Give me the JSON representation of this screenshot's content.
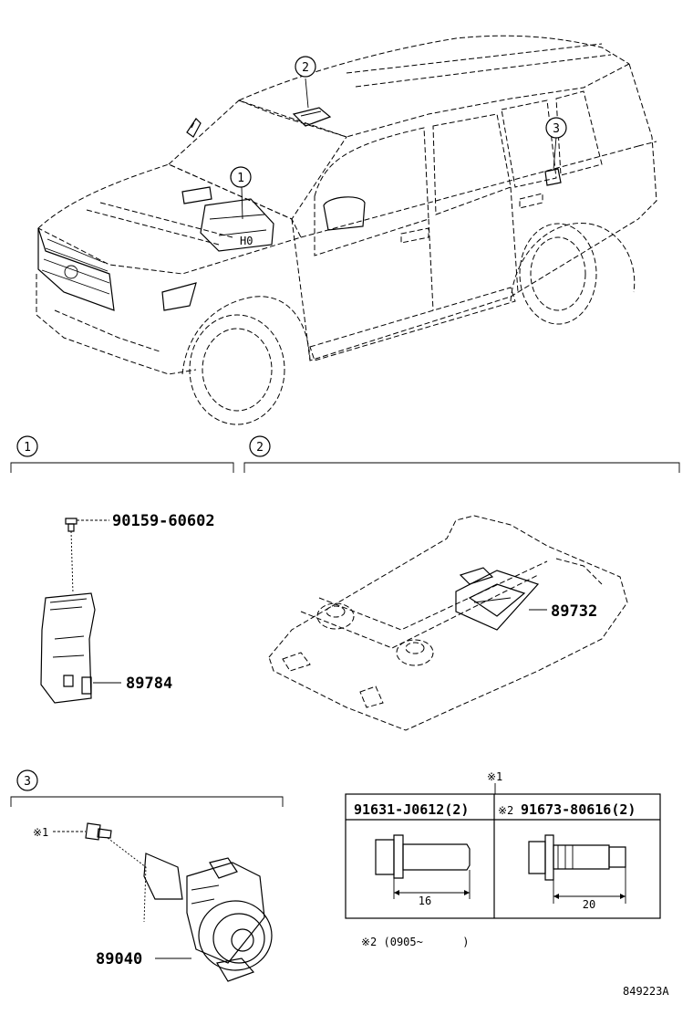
{
  "diagram": {
    "callouts": {
      "c1": "1",
      "c2": "2",
      "c3": "3"
    },
    "sections": {
      "s1": "1",
      "s2": "2",
      "s3": "3"
    },
    "parts": {
      "screw": "90159-60602",
      "bracket": "89784",
      "roof_sensor": "89732",
      "horn": "89040"
    },
    "note_mark": "※1",
    "horn_bolt_mark": "※1",
    "table": {
      "col1_header": "91631-J0612(2)",
      "col2_mark": "※2",
      "col2_header": "91673-80616(2)",
      "col1_dim": "16",
      "col2_dim": "20"
    },
    "footnote": "※2 (0905~      )",
    "figure_id": "849223A"
  }
}
